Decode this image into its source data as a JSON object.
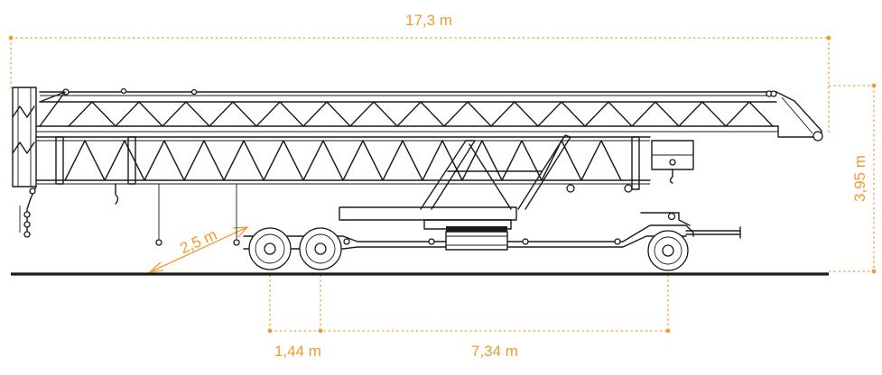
{
  "dimensions": {
    "overall_length": "17,3 m",
    "height": "3,95 m",
    "clearance": "2,5 m",
    "front_axle_spacing": "1,44 m",
    "wheelbase": "7,34 m"
  },
  "colors": {
    "dimension": "#f29a2e",
    "drawing": "#1a1a1a",
    "background": "#ffffff"
  }
}
